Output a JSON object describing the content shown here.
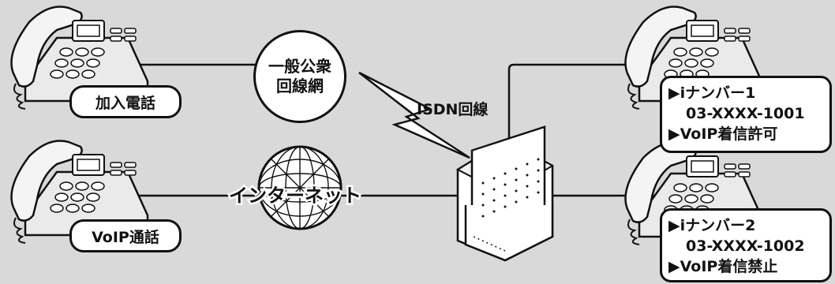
{
  "phones": {
    "subscriber_label": "加入電話",
    "voip_label": "VoIP通話"
  },
  "network": {
    "public_line_line1": "一般公衆",
    "public_line_line2": "回線網",
    "isdn_label": "ISDN回線",
    "internet_label": "インターネット"
  },
  "number1": {
    "line1": "▶iナンバー1",
    "line2": "03-XXXX-1001",
    "line3": "▶VoIP着信許可"
  },
  "number2": {
    "line1": "▶iナンバー2",
    "line2": "03-XXXX-1002",
    "line3": "▶VoIP着信禁止"
  },
  "colors": {
    "background": "#d9d9d9",
    "line": "#111111",
    "fill": "#ffffff"
  }
}
